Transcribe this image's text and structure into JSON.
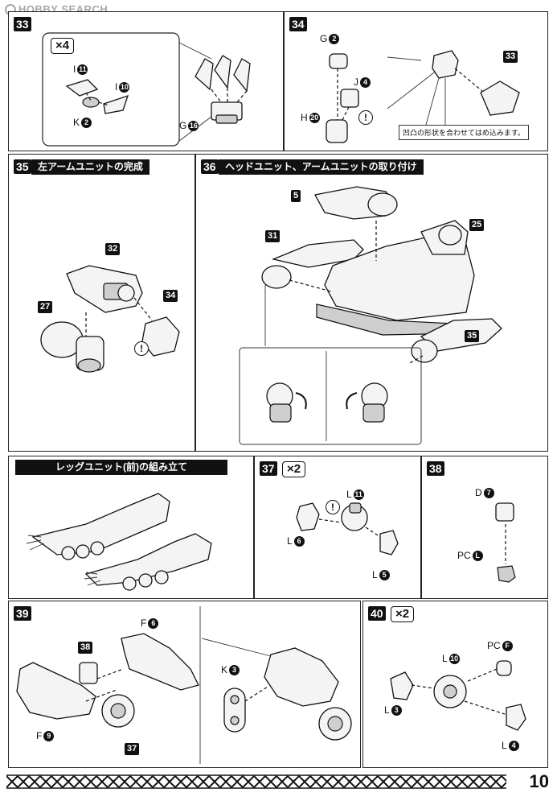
{
  "header": {
    "watermark": "HOBBY SEARCH"
  },
  "page_number": "10",
  "steps": {
    "s33": {
      "num": "33",
      "multiplier": "×4",
      "parts": [
        {
          "letter": "I",
          "num": "11"
        },
        {
          "letter": "I",
          "num": "10"
        },
        {
          "letter": "K",
          "num": "2"
        },
        {
          "letter": "G",
          "num": "16"
        }
      ]
    },
    "s34": {
      "num": "34",
      "parts": [
        {
          "letter": "G",
          "num": "2"
        },
        {
          "letter": "J",
          "num": "4"
        },
        {
          "letter": "H",
          "num": "20"
        }
      ],
      "ref": "33",
      "note": "凹凸の形状を合わせてはめ込みます。"
    },
    "s35": {
      "num": "35",
      "title": "左アームユニットの完成",
      "refs": [
        "32",
        "27",
        "34"
      ]
    },
    "s36": {
      "num": "36",
      "title": "ヘッドユニット、アームユニットの取り付け",
      "refs": [
        "5",
        "31",
        "25",
        "35"
      ]
    },
    "legs": {
      "title": "レッグユニット(前)の組み立て"
    },
    "s37": {
      "num": "37",
      "multiplier": "×2",
      "parts": [
        {
          "letter": "L",
          "num": "11"
        },
        {
          "letter": "L",
          "num": "6"
        },
        {
          "letter": "L",
          "num": "5"
        }
      ]
    },
    "s38": {
      "num": "38",
      "parts": [
        {
          "letter": "D",
          "num": "7"
        },
        {
          "letter": "PC",
          "num": "L"
        }
      ]
    },
    "s39": {
      "num": "39",
      "parts": [
        {
          "letter": "F",
          "num": "6"
        },
        {
          "letter": "F",
          "num": "9"
        },
        {
          "letter": "K",
          "num": "3"
        }
      ],
      "refs": [
        "38",
        "37"
      ]
    },
    "s40": {
      "num": "40",
      "multiplier": "×2",
      "parts": [
        {
          "letter": "L",
          "num": "10"
        },
        {
          "letter": "PC",
          "num": "F"
        },
        {
          "letter": "L",
          "num": "3"
        },
        {
          "letter": "L",
          "num": "4"
        }
      ]
    }
  },
  "caution_mark": "!"
}
